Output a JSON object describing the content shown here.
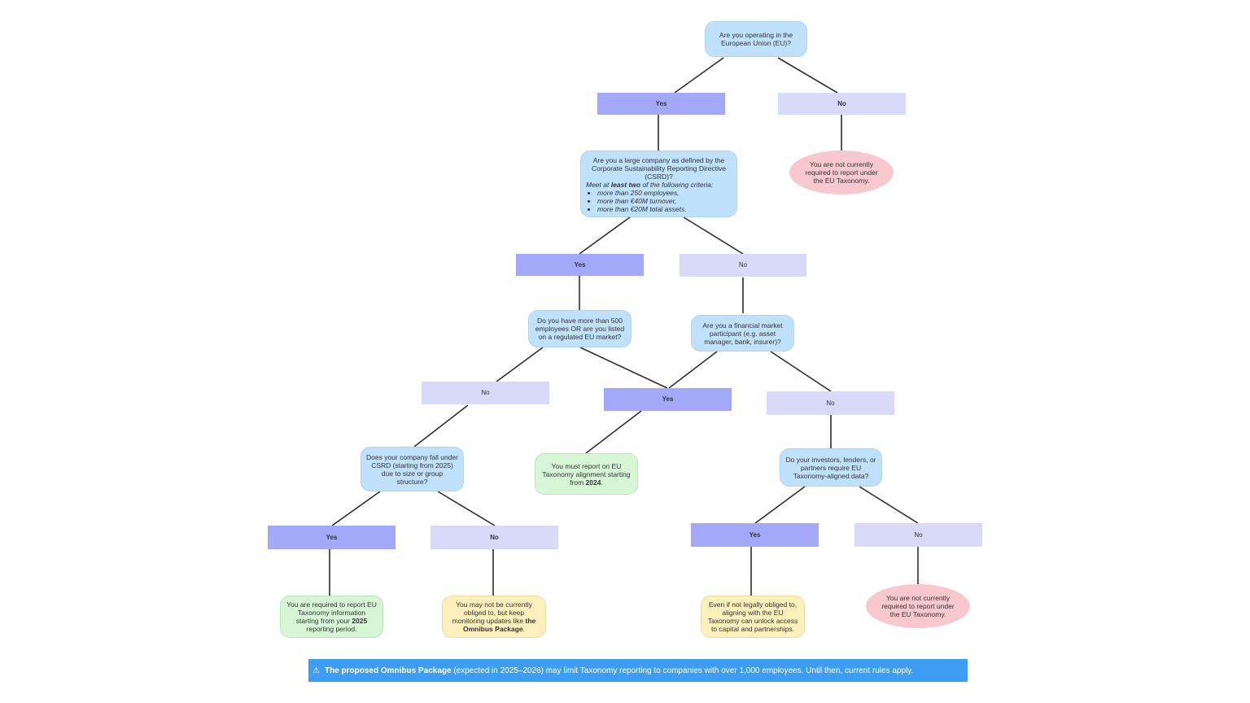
{
  "q_eu": "Are you operating in the European Union (EU)?",
  "b1_yes": "Yes",
  "b1_no": "No",
  "not_required_1": "You are not currently required to report under the EU Taxonomy.",
  "q_csrd": {
    "lead": "Are you a large company as defined by the Corporate Sustainability Reporting Directive (CSRD)?",
    "crit_pre": "Meet at ",
    "crit_bold": "least two",
    "crit_post": " of the following criteria:",
    "criteria": [
      "more than 250 employees,",
      "more than €40M turnover,",
      "more than €20M total assets."
    ]
  },
  "b2_yes": "Yes",
  "b2_no": "No",
  "q_500": "Do you have more than 500 employees OR are you listed on a regulated EU market?",
  "q_fmp": "Are you a financial market participant (e.g. asset manager, bank, insurer)?",
  "b3_no_left": "No",
  "b3_yes_mid": "Yes",
  "b3_no_right": "No",
  "q_csrd2025": "Does your company fall under CSRD (starting from 2025) due to size or group structure?",
  "must_2024": {
    "pre": "You must report on EU Taxonomy alignment starting from ",
    "bold": "2024",
    "post": "."
  },
  "q_investors": "Do your investors, lenders, or partners require EU Taxonomy-aligned data?",
  "b4_yes_left": "Yes",
  "b4_no_left": "No",
  "b4_yes_right": "Yes",
  "b4_no_right": "No",
  "req_2025": {
    "pre": "You are required to report EU Taxonomy information starting from your ",
    "bold": "2025",
    "post": " reporting period."
  },
  "may_not": {
    "pre": "You may not be currently obliged to, but keep monitoring updates like ",
    "bold": "the Omnibus Package",
    "post": "."
  },
  "even_if": "Even if not legally obliged to, aligning with the EU Taxonomy can unlock access to capital and partnerships.",
  "not_required_2": "You are not currently required to report under the EU Taxonomy.",
  "banner": {
    "icon": "⚠",
    "bold": "The proposed Omnibus Package",
    "rest": " (expected in 2025–2026) may limit Taxonomy reporting to companies with over 1,000 employees. Until then, current rules apply."
  },
  "colors": {
    "question": "#bfe1fb",
    "yes": "#a3a9f8",
    "no": "#d9daf9",
    "not_required": "#f7c8cd",
    "required": "#d6f6d6",
    "maybe": "#fdf0bd",
    "banner": "#3d9df2"
  }
}
